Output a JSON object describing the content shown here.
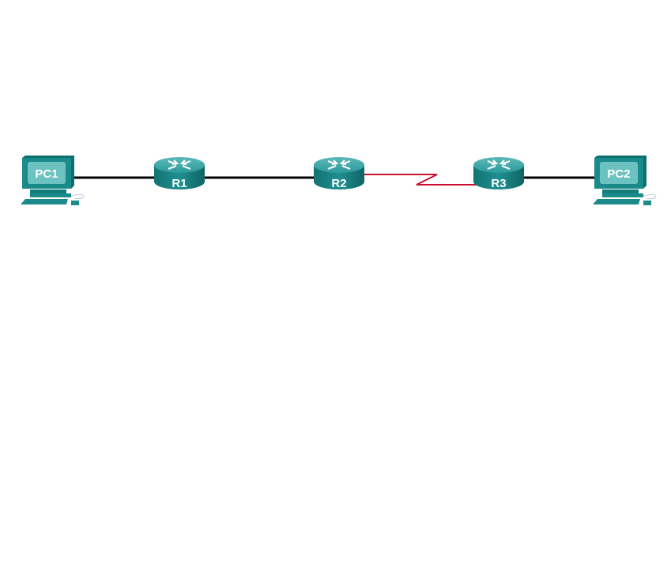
{
  "topology": {
    "devices": [
      {
        "id": "pc1",
        "type": "pc",
        "label": "PC1"
      },
      {
        "id": "r1",
        "type": "router",
        "label": "R1"
      },
      {
        "id": "r2",
        "type": "router",
        "label": "R2"
      },
      {
        "id": "r3",
        "type": "router",
        "label": "R3"
      },
      {
        "id": "pc2",
        "type": "pc",
        "label": "PC2"
      }
    ],
    "links": [
      {
        "from": "PC1",
        "to": "R1",
        "type": "ethernet"
      },
      {
        "from": "R1",
        "to": "R2",
        "type": "ethernet"
      },
      {
        "from": "R2",
        "to": "R3",
        "type": "serial"
      },
      {
        "from": "R3",
        "to": "PC2",
        "type": "ethernet"
      }
    ]
  },
  "colors": {
    "device": "#1a8a8a",
    "ethernet": "#000000",
    "serial": "#c8102e"
  }
}
